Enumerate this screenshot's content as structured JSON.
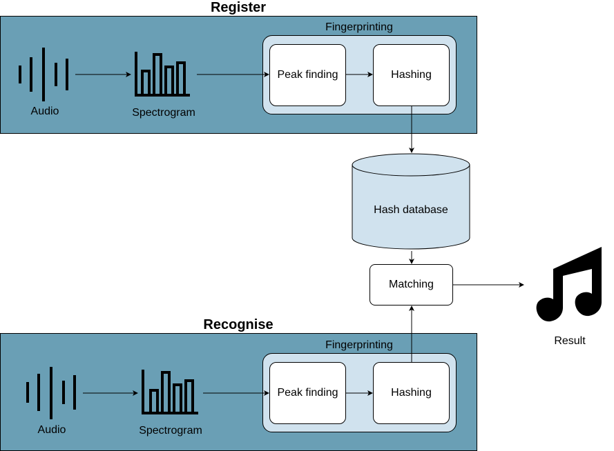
{
  "register": {
    "title": "Register",
    "audio_label": "Audio",
    "spectrogram_label": "Spectrogram",
    "fingerprinting_label": "Fingerprinting",
    "peak_finding_label": "Peak finding",
    "hashing_label": "Hashing"
  },
  "recognise": {
    "title": "Recognise",
    "audio_label": "Audio",
    "spectrogram_label": "Spectrogram",
    "fingerprinting_label": "Fingerprinting",
    "peak_finding_label": "Peak finding",
    "hashing_label": "Hashing"
  },
  "database": {
    "label": "Hash database"
  },
  "matching": {
    "label": "Matching"
  },
  "result": {
    "label": "Result"
  },
  "colors": {
    "panel": "#6a9fb5",
    "light": "#d0e2ee",
    "step": "#ffffff",
    "stroke": "#000000"
  },
  "icons": [
    "audio-waveform-icon",
    "spectrogram-icon",
    "music-note-icon"
  ]
}
